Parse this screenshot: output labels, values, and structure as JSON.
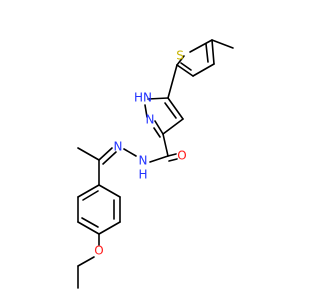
{
  "colors": {
    "bond": "#000000",
    "nitrogen": "#2233ff",
    "oxygen": "#ff1a1a",
    "sulfur": "#c8b400",
    "carbon": "#000000"
  },
  "labels": {
    "sulfur": "S",
    "pyrazole_nh": "HN",
    "pyrazole_n": "N",
    "hydrazone_n": "N",
    "amide_nh": "H",
    "amide_n": "N",
    "carbonyl_o": "O",
    "ether_o": "O"
  }
}
